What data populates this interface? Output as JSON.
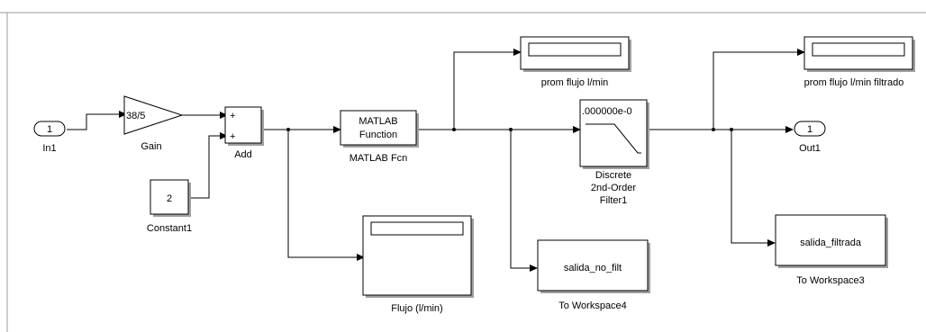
{
  "blocks": {
    "in1": {
      "number": "1",
      "label": "In1"
    },
    "gain": {
      "value": "38/5",
      "label": "Gain"
    },
    "constant": {
      "value": "2",
      "label": "Constant1"
    },
    "add": {
      "sign1": "+",
      "sign2": "+",
      "label": "Add"
    },
    "matlab_fcn": {
      "line1": "MATLAB",
      "line2": "Function",
      "label": "MATLAB Fcn"
    },
    "scope_prom": {
      "label": "prom flujo l/min"
    },
    "filter": {
      "value": ".000000e-0",
      "label_line1": "Discrete",
      "label_line2": "2nd-Order",
      "label_line3": "Filter1"
    },
    "scope_prom_filt": {
      "label": "prom flujo l/min filtrado"
    },
    "out1": {
      "number": "1",
      "label": "Out1"
    },
    "scope_flujo": {
      "label": "Flujo (l/min)"
    },
    "ws4": {
      "var": "salida_no_filt",
      "label": "To Workspace4"
    },
    "ws3": {
      "var": "salida_filtrada",
      "label": "To Workspace3"
    }
  }
}
